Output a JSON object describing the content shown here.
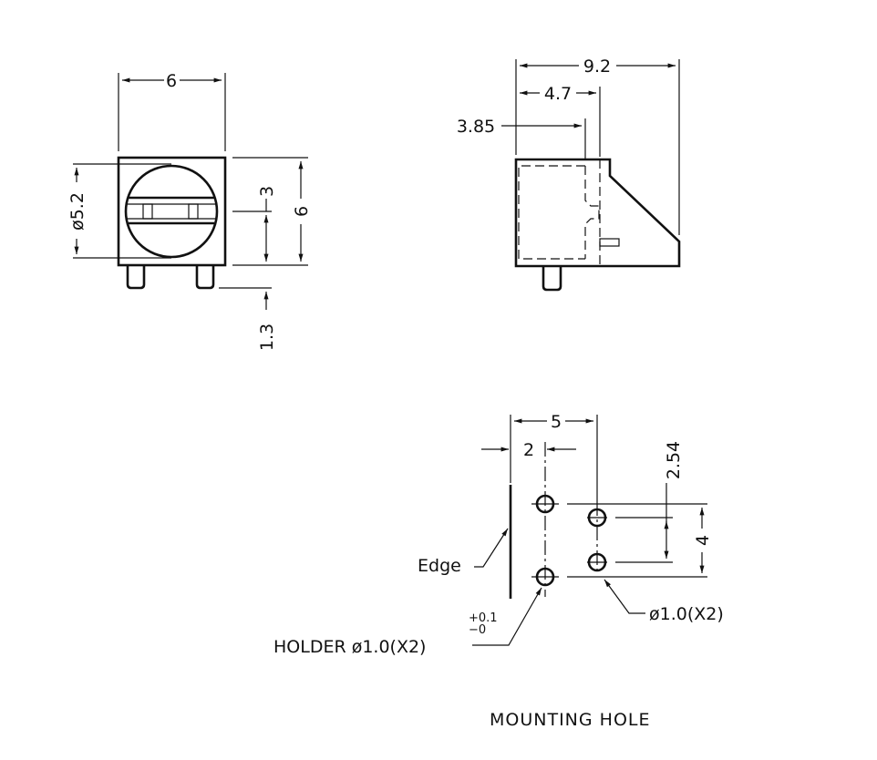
{
  "front_view": {
    "width_dim": "6",
    "diameter_dim": "ø5.2",
    "center_height_dim": "3",
    "height_dim": "6",
    "pin_length_dim": "1.3"
  },
  "side_view": {
    "depth_dim": "9.2",
    "pin_offset_dim": "4.7",
    "inner_depth_dim": "3.85"
  },
  "mounting_hole": {
    "spacing_dim": "5",
    "edge_offset_dim": "2",
    "pin_pitch_dim": "2.54",
    "holder_pitch_dim": "4",
    "edge_label": "Edge",
    "pin_hole_label": "ø1.0(X2)",
    "holder_label": "HOLDER ø1.0(X2)",
    "tolerance_plus": "+0.1",
    "tolerance_minus": "−0",
    "title": "MOUNTING HOLE"
  }
}
